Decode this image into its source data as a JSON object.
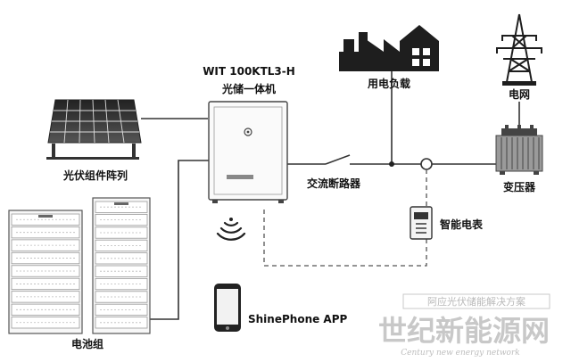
{
  "labels": {
    "inverter_model": "WIT 100KTL3-H",
    "inverter_name": "光储一体机",
    "pv_array": "光伏组件阵列",
    "battery_pack": "电池组",
    "load": "用电负载",
    "grid": "电网",
    "transformer": "变压器",
    "ac_breaker": "交流断路器",
    "smart_meter": "智能电表",
    "app": "ShinePhone APP"
  },
  "watermark": {
    "box_text": "阿应光伏储能解决方案",
    "main": "世纪新能源网",
    "sub": "Century new energy network"
  },
  "icons": {
    "pv_panel": "solar-panel-icon",
    "inverter": "inverter-cabinet-icon",
    "battery": "battery-rack-icon",
    "factory": "factory-load-icon",
    "tower": "power-tower-icon",
    "transformer": "transformer-icon",
    "meter": "smart-meter-icon",
    "phone": "smartphone-icon",
    "wifi": "wifi-signal-icon"
  },
  "colors": {
    "line": "#333333",
    "dashed": "#555555"
  }
}
